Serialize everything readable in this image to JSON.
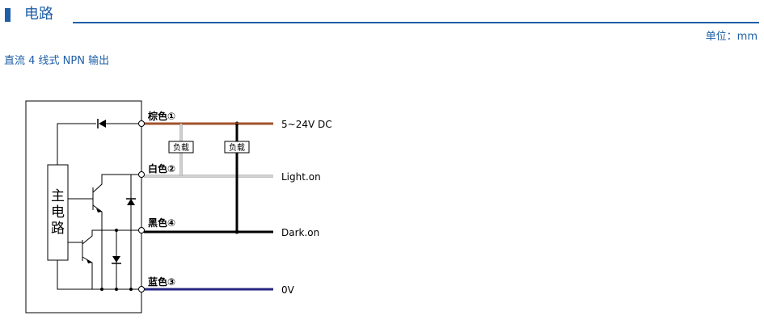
{
  "header": {
    "title": "电路",
    "unit": "单位：mm"
  },
  "subtitle": "直流 4 线式 NPN 输出",
  "circuit": {
    "main_circuit": [
      "主",
      "电",
      "路"
    ],
    "wires": [
      {
        "label": "棕色①",
        "output": "5~24V DC",
        "color": "#a0522d"
      },
      {
        "label": "白色②",
        "output": "Light.on",
        "color": "#cccccc"
      },
      {
        "label": "黑色④",
        "output": "Dark.on",
        "color": "#000000"
      },
      {
        "label": "蓝色③",
        "output": "0V",
        "color": "#262680"
      }
    ],
    "loads": [
      "负载",
      "负载"
    ]
  }
}
